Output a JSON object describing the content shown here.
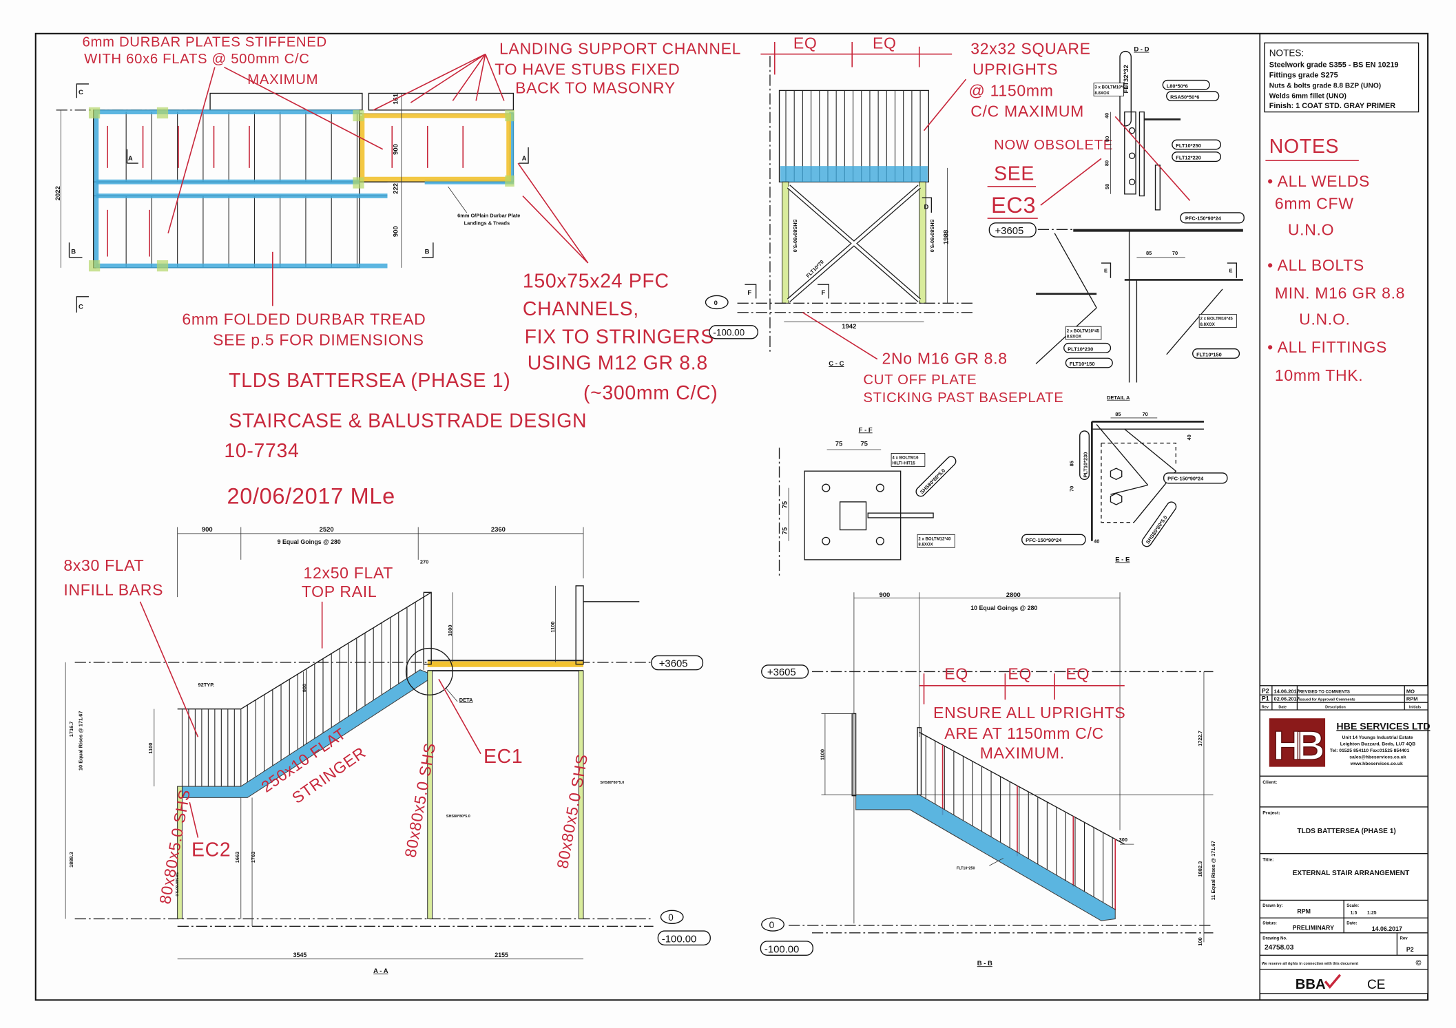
{
  "colors": {
    "ink": "#1a1a1a",
    "markup_red": "#c8283c",
    "highlight_blue": "#3fa9dc",
    "highlight_yellow": "#f2c230",
    "highlight_green": "#b5d86a",
    "logo_red": "#8b1a1a"
  },
  "notes_box": {
    "title": "NOTES:",
    "lines": [
      "Steelwork grade S355 - BS EN 10219",
      "Fittings grade S275",
      "Nuts & bolts grade 8.8 BZP (UNO)",
      "Welds 6mm fillet (UNO)",
      "Finish: 1 COAT STD. GRAY PRIMER"
    ]
  },
  "handwritten_notes": {
    "title": "NOTES",
    "lines": [
      "• ALL WELDS",
      "6mm CFW",
      "U.N.O",
      "• ALL BOLTS",
      "MIN. M16 GR 8.8",
      "U.N.O.",
      "• ALL FITTINGS",
      "10mm THK."
    ]
  },
  "plan": {
    "dims": [
      "161",
      "900",
      "222",
      "900",
      "2022"
    ],
    "label": [
      "6mm O/Plain Durbar Plate",
      "Landings & Treads"
    ],
    "markers": [
      "C",
      "C",
      "A",
      "A",
      "B",
      "B"
    ],
    "note_plates": [
      "6mm DURBAR PLATES STIFFENED",
      "WITH 60x6 FLATS @ 500mm C/C",
      "MAXIMUM"
    ],
    "note_landing": [
      "LANDING SUPPORT CHANNEL",
      "TO HAVE STUBS FIXED",
      "BACK TO MASONRY"
    ],
    "note_tread": [
      "6mm FOLDED DURBAR TREAD",
      "SEE p.5 FOR DIMENSIONS"
    ],
    "note_pfc": [
      "150x75x24 PFC",
      "CHANNELS,",
      "FIX TO STRINGERS",
      "USING M12 GR 8.8",
      "(~300mm C/C)"
    ]
  },
  "project_note": [
    "TLDS BATTERSEA (PHASE 1)",
    "STAIRCASE & BALUSTRADE DESIGN",
    "10-7734",
    "20/06/2017 MLe"
  ],
  "section_cc": {
    "title": "C - C",
    "eq": [
      "EQ",
      "EQ"
    ],
    "labels": [
      "SHS80*80*5.0",
      "SHS80*80*5.0",
      "FLT10*70",
      "1988",
      "1942",
      "D",
      "F",
      "F"
    ],
    "note_uprights": [
      "32x32 SQUARE",
      "UPRIGHTS",
      "@ 1150mm",
      "C/C MAXIMUM"
    ],
    "note_obsolete": [
      "NOW OBSOLETE",
      "SEE",
      "EC3"
    ],
    "note_bolts": [
      "2No M16 GR 8.8",
      "CUT OFF PLATE",
      "STICKING PAST BASEPLATE"
    ]
  },
  "section_dd": {
    "title": "D - D",
    "labels": [
      "FLT32*32",
      "3 x BOLTM10*60",
      "8.8XOX",
      "L80*50*6",
      "RSA50*50*6",
      "FLT10*250",
      "FLT12*220"
    ],
    "dims": [
      "40",
      "80",
      "80",
      "50"
    ]
  },
  "detail_a": {
    "title": "DETAIL A",
    "level": "+3605",
    "labels": [
      "PFC-150*90*24",
      "85",
      "70",
      "E",
      "E",
      "2 x BOLTM16*45",
      "8.8XOX",
      "2 x BOLTM16*45",
      "8.8XOX",
      "PLT10*230",
      "FLT10*150",
      "FLT10*150"
    ]
  },
  "section_ff": {
    "title": "F - F",
    "dims": [
      "75",
      "75",
      "75",
      "75"
    ],
    "labels": [
      "4 x BOLTM16",
      "HILTI-HIT15",
      "SHS80*80*5.0",
      "2 x BOLTM12*40",
      "8.8XOX"
    ]
  },
  "section_ee": {
    "title": "E - E",
    "dims": [
      "85",
      "70",
      "85",
      "70",
      "40",
      "40"
    ],
    "labels": [
      "PLT10*230",
      "PFC-150*90*24",
      "SHS80*80*5.0",
      "PFC-150*90*24"
    ]
  },
  "section_aa": {
    "title": "A - A",
    "dims_top": [
      "900",
      "2520",
      "2360"
    ],
    "goings": "9 Equal Goings @ 280",
    "dims": [
      "270",
      "1000",
      "1100",
      "92TYP.",
      "900",
      "1100",
      "1716.7",
      "1888.3",
      "1663",
      "1763",
      "3545",
      "2155"
    ],
    "rises": "10 Equal Rises @ 171.67",
    "levels": [
      "+3605",
      "0",
      "-100.00"
    ],
    "detail_ref": "DETA",
    "shs": [
      "SHS80*80*5.0",
      "SHS80*80*5.0",
      "SHS80*80*5.0"
    ],
    "note_infill": [
      "8x30 FLAT",
      "INFILL BARS"
    ],
    "note_toprail": [
      "12x50 FLAT",
      "TOP RAIL"
    ],
    "note_stringer": [
      "250x10 FLAT",
      "STRINGER"
    ],
    "note_shs": [
      "80x80x5.0 SHS",
      "80x80x5.0 SHS",
      "80x80x5.0 SHS"
    ],
    "ec1": "EC1",
    "ec2": "EC2"
  },
  "section_bb": {
    "title": "B - B",
    "dims_top": [
      "900",
      "2800"
    ],
    "goings": "10 Equal Goings @ 280",
    "dims": [
      "1100",
      "1722.7",
      "1882.3",
      "300",
      "100"
    ],
    "rises": "11 Equal Rises @ 171.67",
    "levels": [
      "+3605",
      "0",
      "-100.00"
    ],
    "stringer": "FLT10*250",
    "eq": [
      "EQ",
      "EQ",
      "EQ"
    ],
    "note": [
      "ENSURE ALL UPRIGHTS",
      "ARE AT 1150mm C/C",
      "MAXIMUM."
    ]
  },
  "title_block": {
    "revisions": [
      {
        "rev": "P2",
        "date": "14.06.2017",
        "description": "REVISED TO COMMENTS",
        "initials": "MO"
      },
      {
        "rev": "P1",
        "date": "02.06.2017",
        "description": "Issued for Approval/ Comments",
        "initials": "RPM"
      }
    ],
    "rev_headers": [
      "Rev",
      "Date",
      "Description",
      "Initials"
    ],
    "company": {
      "name": "HBE SERVICES LTD",
      "address": [
        "Unit 14 Youngs Industrial Estate",
        "Leighton Buzzard, Beds, LU7 4QB",
        "Tel: 01525 854110 Fax:01525 854401",
        "sales@hbeservices.co.uk",
        "www.hbeservices.co.uk"
      ],
      "logo_text": "HB"
    },
    "client_label": "Client:",
    "project_label": "Project:",
    "project": "TLDS BATTERSEA (PHASE 1)",
    "title_label": "Title:",
    "title": "EXTERNAL STAIR ARRANGEMENT",
    "drawn_by_label": "Drawn by:",
    "drawn_by": "RPM",
    "scale_label": "Scale:",
    "scale": [
      "1:5",
      "1:25"
    ],
    "status_label": "Status:",
    "status": "PRELIMINARY",
    "date_label": "Date:",
    "date": "14.06.2017",
    "drawing_no_label": "Drawing No.",
    "drawing_no": "24758.03",
    "rev_label": "Rev",
    "rev": "P2",
    "rights": "We reserve all rights in connection with this document",
    "copyright": "©",
    "bba": "BBA",
    "ce": "CE"
  }
}
